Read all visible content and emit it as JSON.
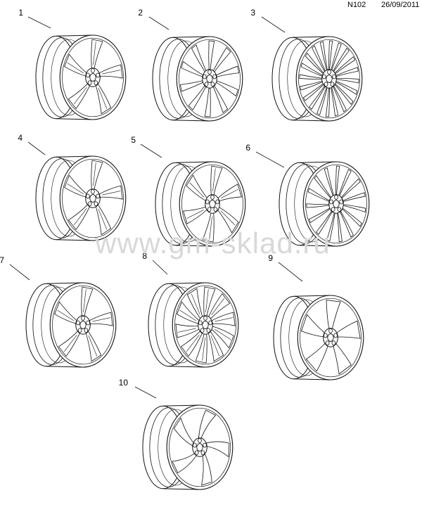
{
  "header": {
    "code": "N102",
    "date": "26/09/2011"
  },
  "watermark": "www.gm-sklad.ru",
  "wheels": [
    {
      "label": "1",
      "spokes": 5,
      "style": "split"
    },
    {
      "label": "2",
      "spokes": 10,
      "style": "thin"
    },
    {
      "label": "3",
      "spokes": 20,
      "style": "multi"
    },
    {
      "label": "4",
      "spokes": 5,
      "style": "split"
    },
    {
      "label": "5",
      "spokes": 6,
      "style": "split"
    },
    {
      "label": "6",
      "spokes": 15,
      "style": "multi"
    },
    {
      "label": "7",
      "spokes": 5,
      "style": "split"
    },
    {
      "label": "8",
      "spokes": 10,
      "style": "split"
    },
    {
      "label": "9",
      "spokes": 5,
      "style": "solid"
    },
    {
      "label": "10",
      "spokes": 5,
      "style": "twisted"
    }
  ]
}
